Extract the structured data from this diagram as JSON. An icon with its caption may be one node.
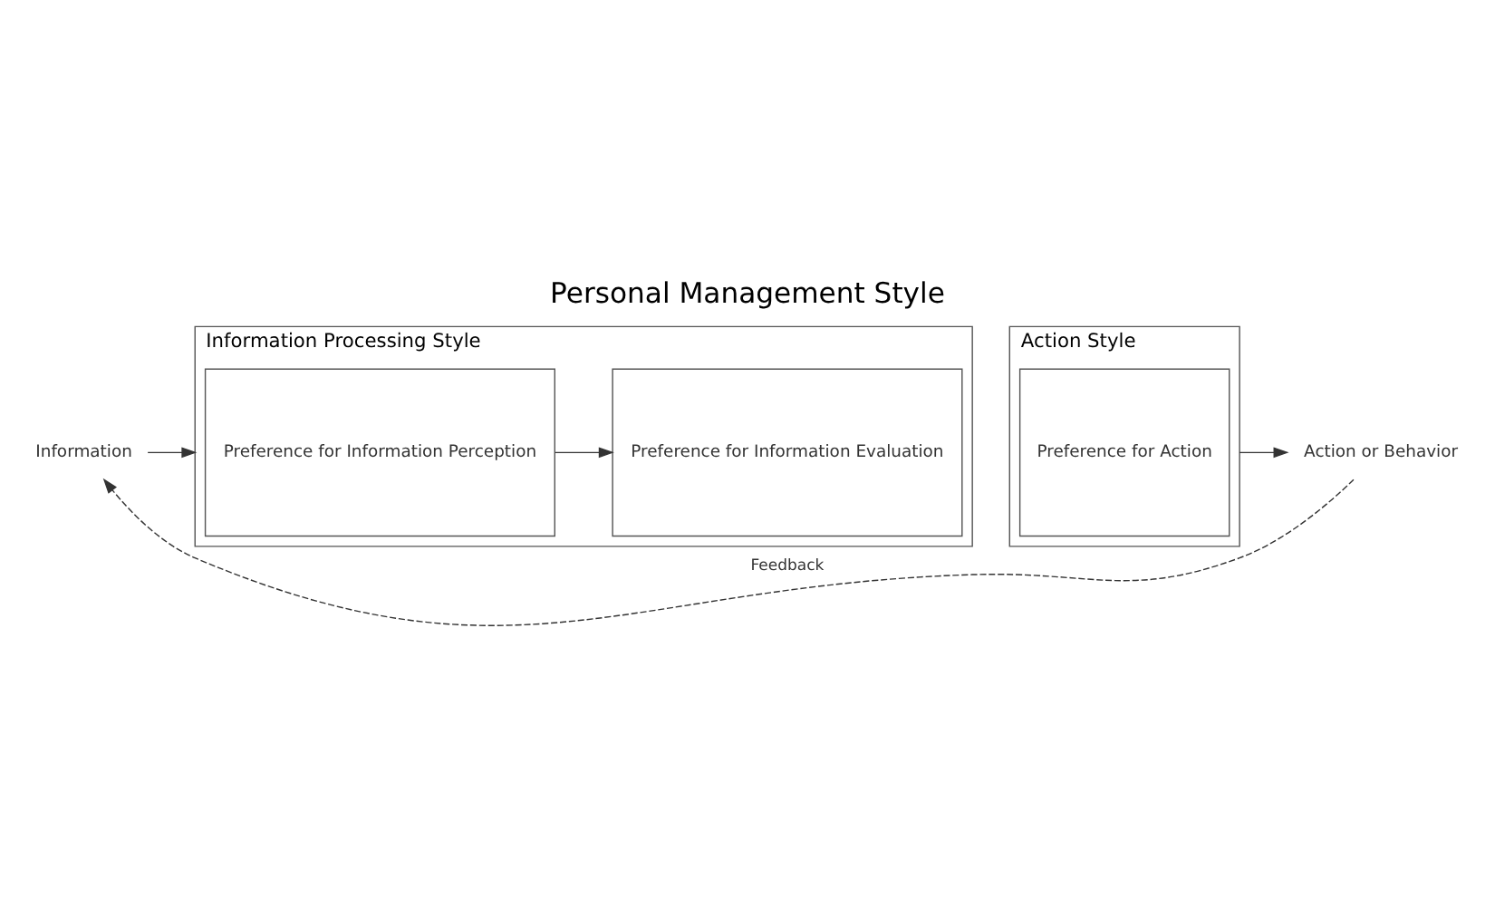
{
  "diagram": {
    "title": "Personal Management Style",
    "nodes": [
      {
        "text": [
          "Information Processing Style"
        ]
      },
      {
        "text": [
          "Preference for Information Perception"
        ],
        "in": 0
      },
      {
        "text": [
          "Preference for Information Evaluation"
        ],
        "in": 0
      },
      {
        "text": [
          "Action Style"
        ]
      },
      {
        "text": [
          "Preference for Action"
        ],
        "in": 3
      },
      {
        "text": [
          "Information"
        ]
      },
      {
        "text": [
          "Action or Behavior"
        ]
      }
    ],
    "edges": [
      {
        "from": 5,
        "to": 0,
        "arrow": "to"
      },
      {
        "from": 1,
        "to": 2,
        "arrow": "to"
      },
      {
        "from": 3,
        "to": 6,
        "arrow": "to"
      },
      {
        "from": 6,
        "to": 5,
        "arrow": "to",
        "style": "dashed",
        "label": "Feedback"
      }
    ]
  }
}
